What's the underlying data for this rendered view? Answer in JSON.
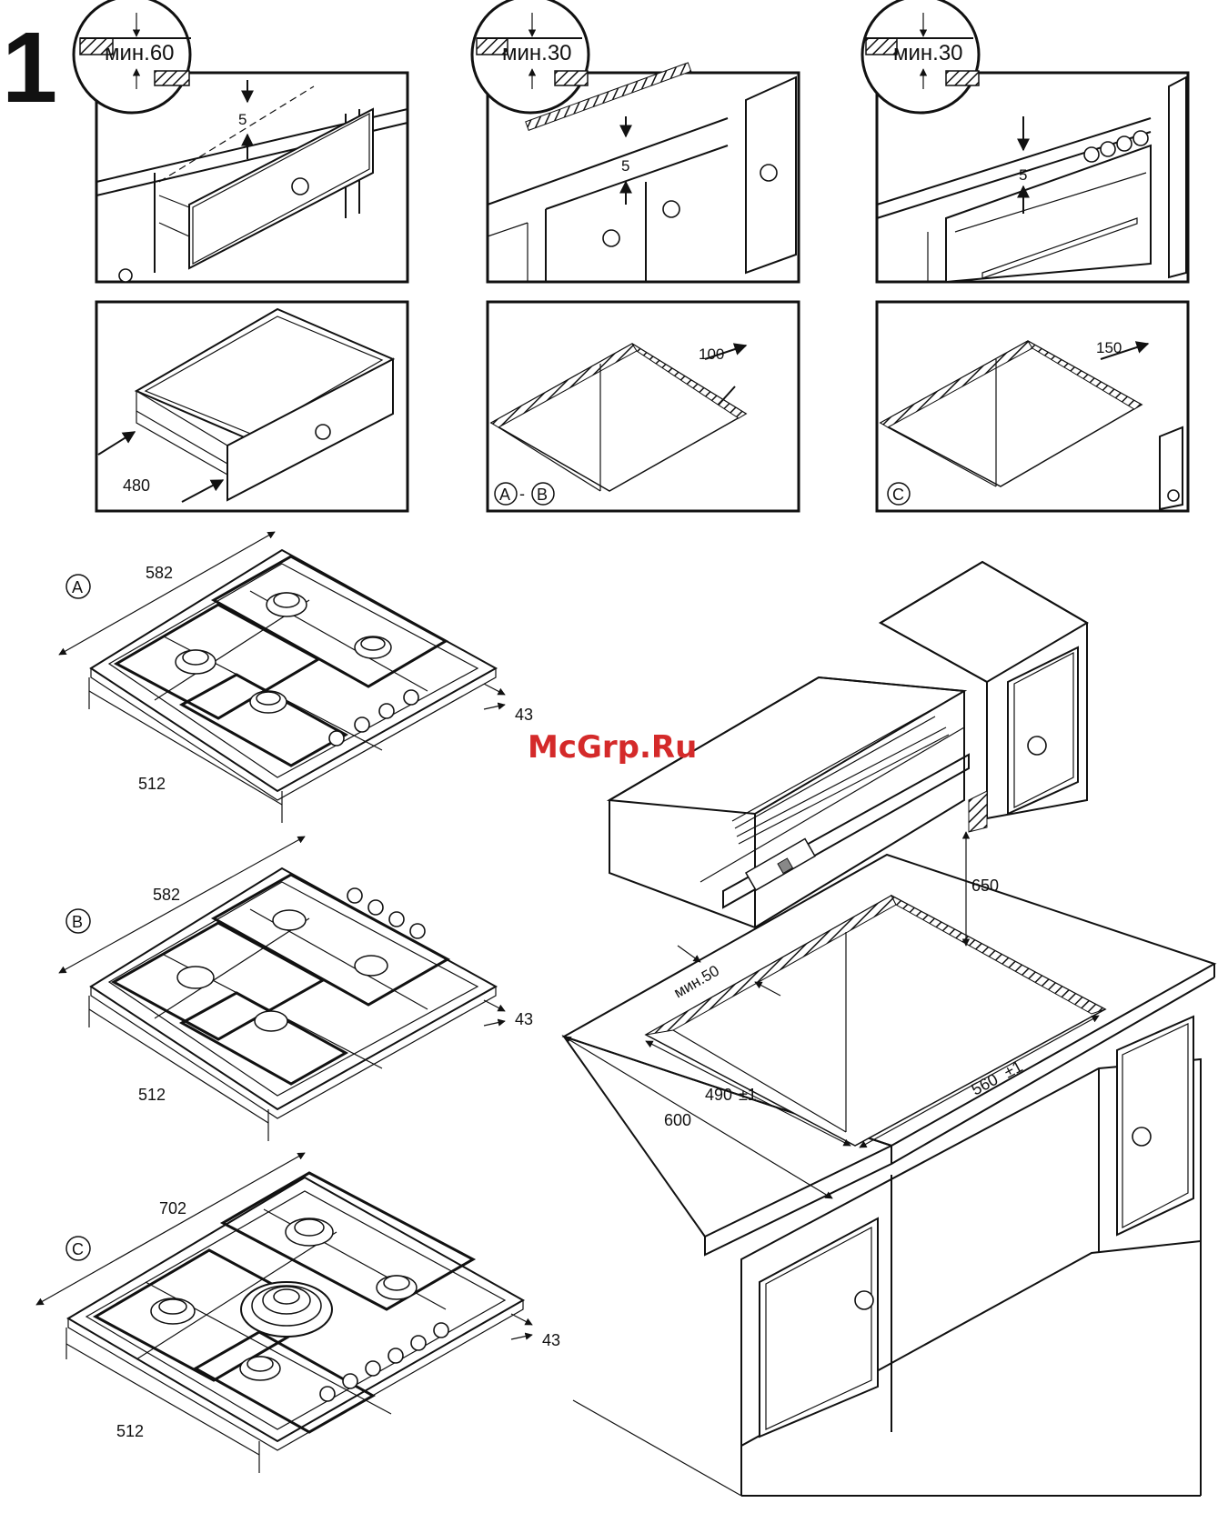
{
  "figure_number": "1",
  "watermark": "McGrp.Ru",
  "top_panels": [
    {
      "callout": "мин.60",
      "gap": "5"
    },
    {
      "callout": "мин.30",
      "gap": "5"
    },
    {
      "callout": "мин.30",
      "gap": "5"
    }
  ],
  "mid_panels": [
    {
      "dimension": "480",
      "label_a": "",
      "label_b": ""
    },
    {
      "dimension": "100",
      "label_a": "A",
      "label_sep": "-",
      "label_b": "B"
    },
    {
      "dimension": "150",
      "label_a": "C",
      "label_b": ""
    }
  ],
  "hobs": [
    {
      "label": "A",
      "width": "582",
      "depth": "512",
      "height": "43"
    },
    {
      "label": "B",
      "width": "582",
      "depth": "512",
      "height": "43"
    },
    {
      "label": "C",
      "width": "702",
      "depth": "512",
      "height": "43"
    }
  ],
  "installation": {
    "hood_clearance": "650",
    "edge_min": "мин.50",
    "cutout_depth": "490",
    "cutout_width": "560",
    "tolerance": "±1",
    "worktop_depth": "600"
  },
  "colors": {
    "line": "#111111",
    "watermark": "#d42a2a",
    "background": "#ffffff"
  }
}
